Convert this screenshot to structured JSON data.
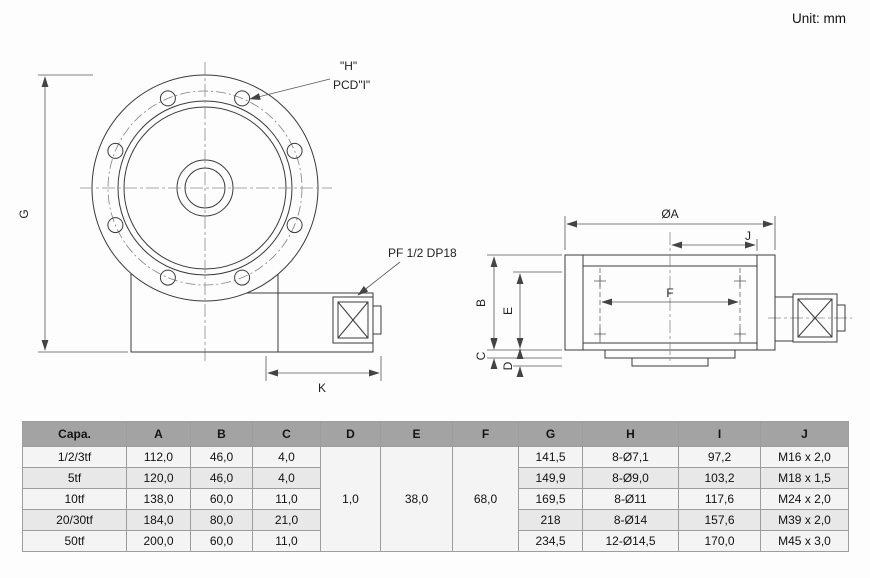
{
  "unit_label": "Unit: mm",
  "colors": {
    "table_header_bg": "#a3a3a3",
    "row_bg": "#f4f4f4",
    "row_alt_bg": "#e8e8e8",
    "line_color": "#3a3a3a"
  },
  "drawing": {
    "labels": {
      "h": "\"H\"",
      "pcd_i": "PCD\"I\"",
      "pf": "PF 1/2 DP18",
      "g": "G",
      "k": "K",
      "oa": "ØA",
      "j": "J",
      "b": "B",
      "e": "E",
      "f": "F",
      "c": "C",
      "d": "D"
    }
  },
  "table": {
    "headers": [
      "Capa.",
      "A",
      "B",
      "C",
      "D",
      "E",
      "F",
      "G",
      "H",
      "I",
      "J"
    ],
    "shared": {
      "d": "1,0",
      "e": "38,0",
      "f": "68,0"
    },
    "rows": [
      {
        "capa": "1/2/3tf",
        "a": "112,0",
        "b": "46,0",
        "c": "4,0",
        "g": "141,5",
        "h": "8-Ø7,1",
        "i": "97,2",
        "j": "M16 x 2,0"
      },
      {
        "capa": "5tf",
        "a": "120,0",
        "b": "46,0",
        "c": "4,0",
        "g": "149,9",
        "h": "8-Ø9,0",
        "i": "103,2",
        "j": "M18 x 1,5"
      },
      {
        "capa": "10tf",
        "a": "138,0",
        "b": "60,0",
        "c": "11,0",
        "g": "169,5",
        "h": "8-Ø11",
        "i": "117,6",
        "j": "M24 x 2,0"
      },
      {
        "capa": "20/30tf",
        "a": "184,0",
        "b": "80,0",
        "c": "21,0",
        "g": "218",
        "h": "8-Ø14",
        "i": "157,6",
        "j": "M39 x 2,0"
      },
      {
        "capa": "50tf",
        "a": "200,0",
        "b": "60,0",
        "c": "11,0",
        "g": "234,5",
        "h": "12-Ø14,5",
        "i": "170,0",
        "j": "M45 x 3,0"
      }
    ]
  }
}
